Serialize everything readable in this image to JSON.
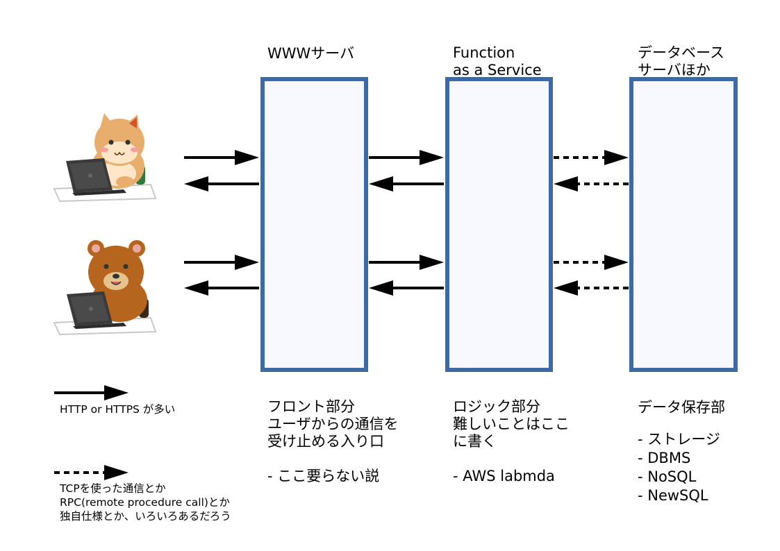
{
  "columns": [
    {
      "title_lines": [
        "WWWサーバ"
      ],
      "desc_lines": [
        "フロント部分",
        "ユーザからの通信を",
        "受け止める入り口"
      ],
      "bullets": [
        "- ここ要らない説"
      ]
    },
    {
      "title_lines": [
        "Function",
        "as a Service"
      ],
      "desc_lines": [
        "ロジック部分",
        "難しいことはここ",
        "に書く"
      ],
      "bullets": [
        "- AWS labmda"
      ]
    },
    {
      "title_lines": [
        "データベース",
        "サーバほか"
      ],
      "desc_lines": [
        "データ保存部"
      ],
      "bullets": [
        "- ストレージ",
        "- DBMS",
        "- NoSQL",
        "- NewSQL"
      ]
    }
  ],
  "legend": {
    "solid_label": "HTTP or HTTPS が多い",
    "dashed_lines": [
      "TCPを使った通信とか",
      "RPC(remote procedure call)とか",
      "独自仕様とか、いろいろあるだろう"
    ]
  },
  "colors": {
    "box_border": "#3b6aa6",
    "box_fill": "#f8f8ff",
    "shiba": "#e8ae6e",
    "bear": "#b5651d"
  },
  "icons": [
    "shiba-dog-with-laptop",
    "bear-with-laptop"
  ]
}
